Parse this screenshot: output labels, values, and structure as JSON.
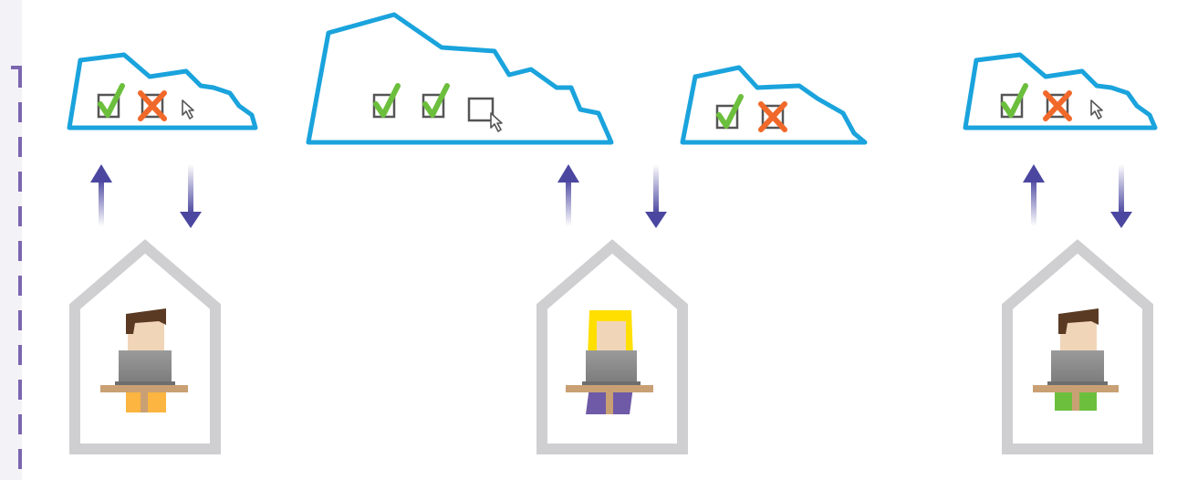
{
  "colors": {
    "cloud_outline": "#1aa3dc",
    "check": "#6cbf3d",
    "cross": "#f0692a",
    "box_outline": "#555555",
    "arrow": "#4b47a0",
    "house": "#cfcfd1",
    "dashed_line": "#7b66b0",
    "panel": "#f3f2f7",
    "skin": "#f1d5b8",
    "laptop": "#8e8e8e",
    "desk": "#c9a074",
    "person1_hair": "#5a3a23",
    "person1_shirt": "#fbb540",
    "person2_hair": "#ffdf00",
    "person2_shirt": "#6e5aa6",
    "person3_hair": "#5a3a23",
    "person3_shirt": "#6cbf3d"
  },
  "icons": {
    "checked_box": "checked-checkbox-icon",
    "crossed_box": "crossed-checkbox-icon",
    "cursor": "cursor-arrow-icon",
    "up_arrow": "upload-arrow-icon",
    "down_arrow": "download-arrow-icon",
    "house": "house-outline-icon",
    "person": "person-at-laptop-icon"
  },
  "clouds": [
    {
      "id": "cloud-1",
      "items": [
        "checked",
        "crossed",
        "cursor"
      ]
    },
    {
      "id": "cloud-2",
      "items": [
        "checked",
        "checked",
        "empty-box-with-cursor"
      ]
    },
    {
      "id": "cloud-3",
      "items": [
        "checked",
        "crossed"
      ]
    },
    {
      "id": "cloud-4",
      "items": [
        "checked",
        "crossed",
        "cursor"
      ]
    }
  ],
  "users": [
    {
      "id": "user-1",
      "hair": "short-brown",
      "shirt": "yellow"
    },
    {
      "id": "user-2",
      "hair": "long-blonde",
      "shirt": "purple"
    },
    {
      "id": "user-3",
      "hair": "short-brown",
      "shirt": "green"
    }
  ]
}
